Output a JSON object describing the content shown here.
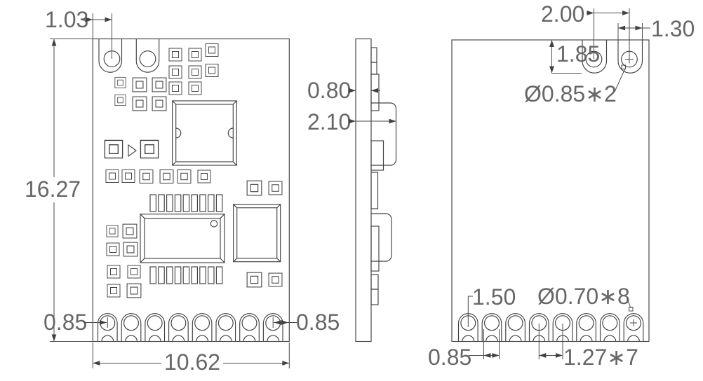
{
  "drawing_type": "pcb-module-dimension-drawing",
  "colors": {
    "line": "#414141",
    "text": "#676767",
    "background": "#ffffff"
  },
  "front_view": {
    "dim_hole_offset": "1.03",
    "dim_board_height": "16.27",
    "dim_pin_edge_left": "0.85",
    "dim_pin_edge_right": "0.85",
    "dim_board_width": "10.62"
  },
  "side_view": {
    "dim_pcb_thickness": "0.80",
    "dim_total_thickness": "2.10"
  },
  "back_view": {
    "dim_hole_spacing": "2.00",
    "dim_tab_width": "1.30",
    "dim_hole_offset_y": "1.85",
    "dim_mount_hole_dia": "Ø0.85∗2",
    "dim_pin_offset": "1.50",
    "dim_pin_hole_dia": "Ø0.70∗8",
    "dim_pad_width": "0.85",
    "dim_pin_pitch": "1.27∗7"
  }
}
